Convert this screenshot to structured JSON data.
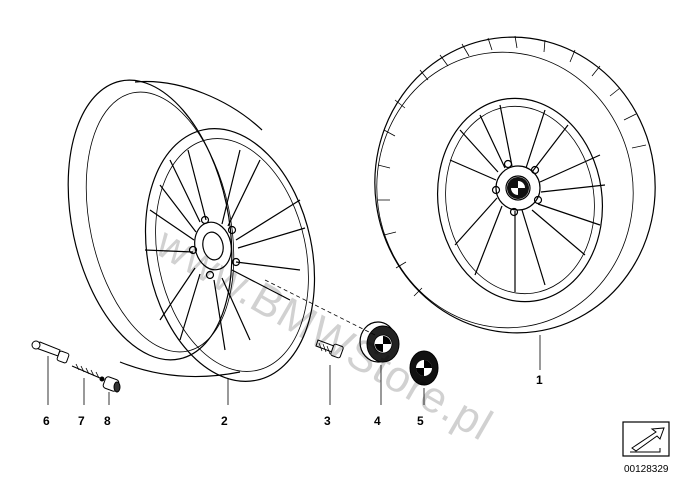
{
  "callouts": {
    "c1": "1",
    "c2": "2",
    "c3": "3",
    "c4": "4",
    "c5": "5",
    "c6": "6",
    "c7": "7",
    "c8": "8"
  },
  "watermark": "www.BMWStore.pl",
  "diagram_number": "00128329",
  "icons": {
    "reference": "arrow-reference-icon"
  }
}
